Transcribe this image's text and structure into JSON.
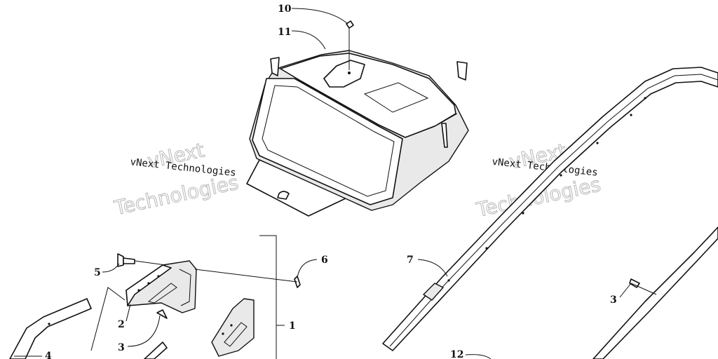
{
  "callouts": [
    {
      "id": "10",
      "label": "10"
    },
    {
      "id": "11",
      "label": "11"
    },
    {
      "id": "6",
      "label": "6"
    },
    {
      "id": "1",
      "label": "1"
    },
    {
      "id": "5",
      "label": "5"
    },
    {
      "id": "2",
      "label": "2"
    },
    {
      "id": "3a",
      "label": "3"
    },
    {
      "id": "4",
      "label": "4"
    },
    {
      "id": "7",
      "label": "7"
    },
    {
      "id": "3b",
      "label": "3"
    },
    {
      "id": "12",
      "label": "12"
    }
  ],
  "watermark": {
    "line_small": "vNext Technologies",
    "line_big_1": "vNext",
    "line_big_2": "Technologies"
  }
}
